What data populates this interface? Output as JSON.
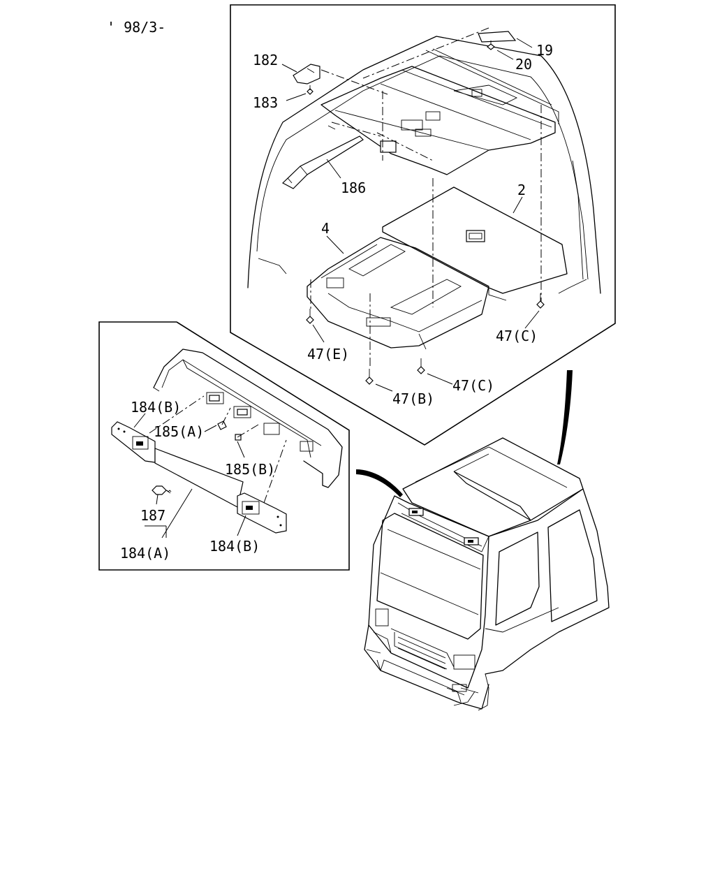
{
  "revision": "' 98/3-",
  "labels": {
    "p182": "182",
    "p183": "183",
    "p19": "19",
    "p20": "20",
    "p186": "186",
    "p2": "2",
    "p4": "4",
    "p47c_right": "47(C)",
    "p47e": "47(E)",
    "p47b": "47(B)",
    "p47c_bottom": "47(C)",
    "p184b_top": "184(B)",
    "p185a": "185(A)",
    "p185b": "185(B)",
    "p187": "187",
    "p184a": "184(A)",
    "p184b_bottom": "184(B)"
  }
}
